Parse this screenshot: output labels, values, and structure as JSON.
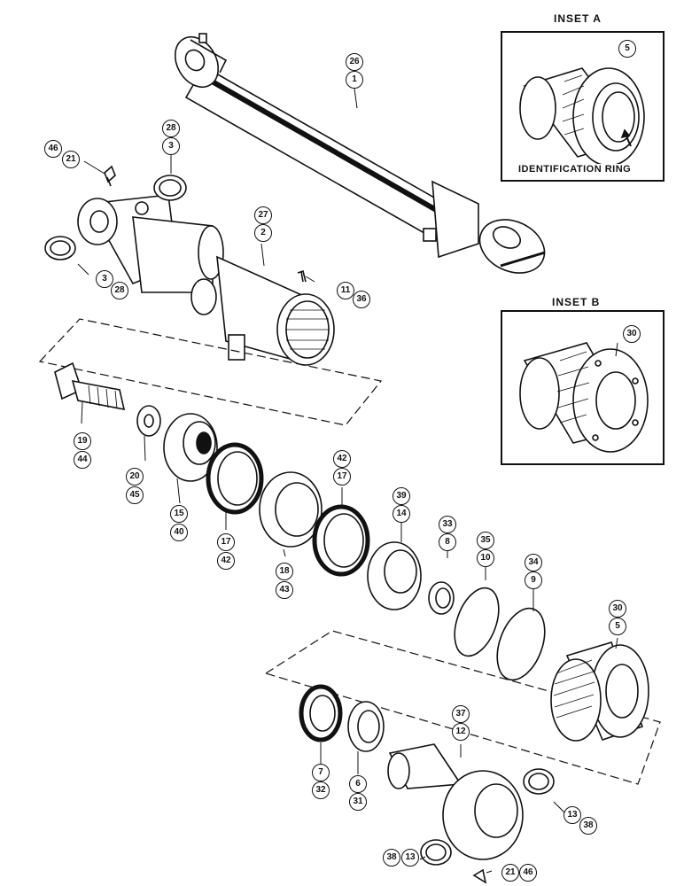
{
  "insets": {
    "a": {
      "title": "INSET A",
      "callout": "5",
      "note": "IDENTIFICATION RING"
    },
    "b": {
      "title": "INSET B",
      "callout": "30"
    }
  },
  "callouts": [
    {
      "id": "c26",
      "text": "26"
    },
    {
      "id": "c1",
      "text": "1"
    },
    {
      "id": "c28a",
      "text": "28"
    },
    {
      "id": "c3a",
      "text": "3"
    },
    {
      "id": "c46a",
      "text": "46"
    },
    {
      "id": "c21a",
      "text": "21"
    },
    {
      "id": "c27",
      "text": "27"
    },
    {
      "id": "c2",
      "text": "2"
    },
    {
      "id": "c3b",
      "text": "3"
    },
    {
      "id": "c28b",
      "text": "28"
    },
    {
      "id": "c11",
      "text": "11"
    },
    {
      "id": "c36",
      "text": "36"
    },
    {
      "id": "c19",
      "text": "19"
    },
    {
      "id": "c44",
      "text": "44"
    },
    {
      "id": "c20",
      "text": "20"
    },
    {
      "id": "c45",
      "text": "45"
    },
    {
      "id": "c15",
      "text": "15"
    },
    {
      "id": "c40",
      "text": "40"
    },
    {
      "id": "c17a",
      "text": "17"
    },
    {
      "id": "c42a",
      "text": "42"
    },
    {
      "id": "c18",
      "text": "18"
    },
    {
      "id": "c43",
      "text": "43"
    },
    {
      "id": "c42b",
      "text": "42"
    },
    {
      "id": "c17b",
      "text": "17"
    },
    {
      "id": "c39",
      "text": "39"
    },
    {
      "id": "c14",
      "text": "14"
    },
    {
      "id": "c33",
      "text": "33"
    },
    {
      "id": "c8",
      "text": "8"
    },
    {
      "id": "c35",
      "text": "35"
    },
    {
      "id": "c10",
      "text": "10"
    },
    {
      "id": "c34",
      "text": "34"
    },
    {
      "id": "c9",
      "text": "9"
    },
    {
      "id": "c30",
      "text": "30"
    },
    {
      "id": "c5",
      "text": "5"
    },
    {
      "id": "c37",
      "text": "37"
    },
    {
      "id": "c12",
      "text": "12"
    },
    {
      "id": "c7",
      "text": "7"
    },
    {
      "id": "c32",
      "text": "32"
    },
    {
      "id": "c6",
      "text": "6"
    },
    {
      "id": "c31",
      "text": "31"
    },
    {
      "id": "c13a",
      "text": "13"
    },
    {
      "id": "c38a",
      "text": "38"
    },
    {
      "id": "c38b",
      "text": "38"
    },
    {
      "id": "c13b",
      "text": "13"
    },
    {
      "id": "c21b",
      "text": "21"
    },
    {
      "id": "c46b",
      "text": "46"
    }
  ]
}
